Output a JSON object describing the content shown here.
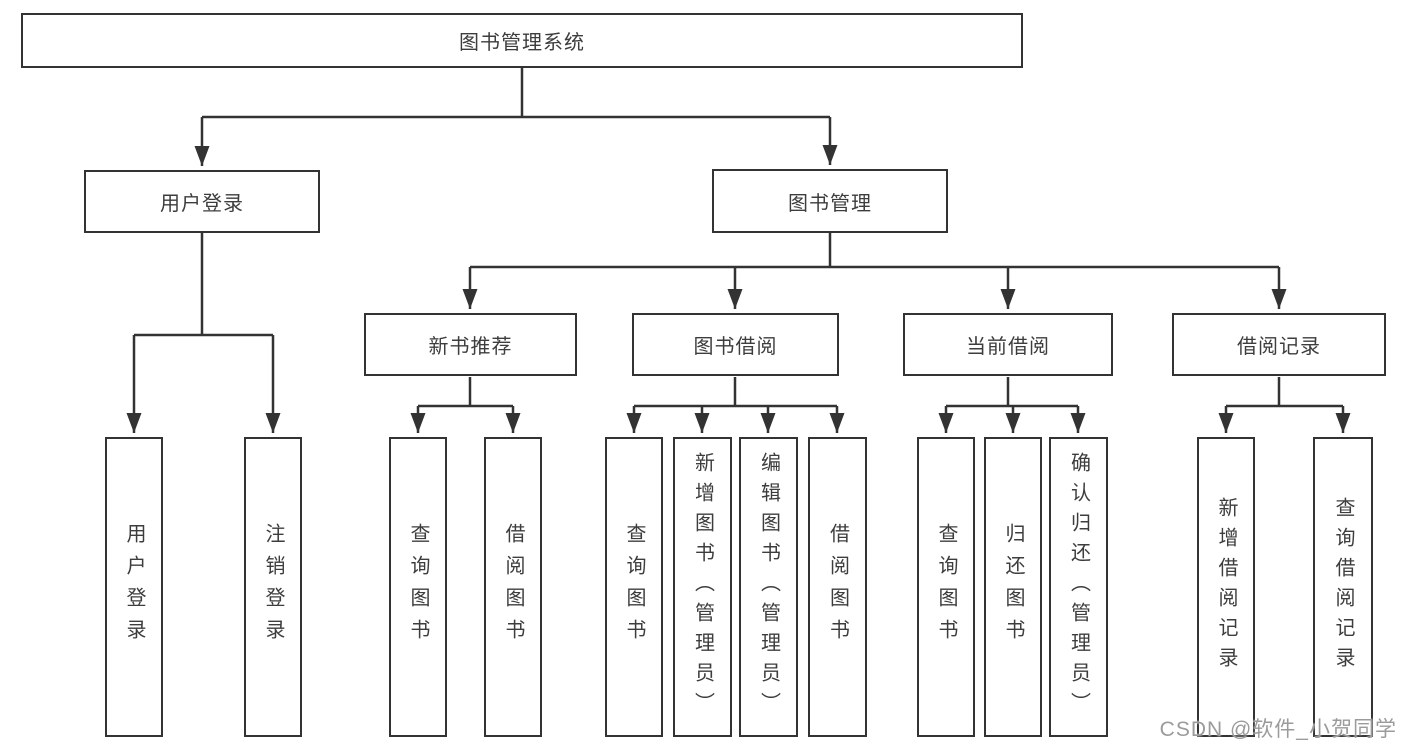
{
  "tree": {
    "root": {
      "label": "图书管理系统"
    },
    "user_login": {
      "label": "用户登录",
      "children": {
        "login": {
          "label": "用户登录"
        },
        "logout": {
          "label": "注销登录"
        }
      }
    },
    "book_mgmt": {
      "label": "图书管理",
      "children": {
        "new_books": {
          "label": "新书推荐",
          "children": {
            "query_books": {
              "label": "查询图书"
            },
            "borrow_books": {
              "label": "借阅图书"
            }
          }
        },
        "book_borrow": {
          "label": "图书借阅",
          "children": {
            "query_books": {
              "label": "查询图书"
            },
            "add_books": {
              "label": "新增图书（管理员）"
            },
            "edit_books": {
              "label": "编辑图书（管理员）"
            },
            "borrow_books": {
              "label": "借阅图书"
            }
          }
        },
        "current_borrow": {
          "label": "当前借阅",
          "children": {
            "query_books": {
              "label": "查询图书"
            },
            "return_books": {
              "label": "归还图书"
            },
            "confirm_return": {
              "label": "确认归还（管理员）"
            }
          }
        },
        "borrow_records": {
          "label": "借阅记录",
          "children": {
            "add_record": {
              "label": "新增借阅记录"
            },
            "query_record": {
              "label": "查询借阅记录"
            }
          }
        }
      }
    }
  },
  "watermark": {
    "text": "CSDN @软件_小贺同学"
  },
  "colors": {
    "line": "#333333",
    "text": "#3d3d3d",
    "watermark": "#9b9b9b",
    "background": "#ffffff"
  }
}
